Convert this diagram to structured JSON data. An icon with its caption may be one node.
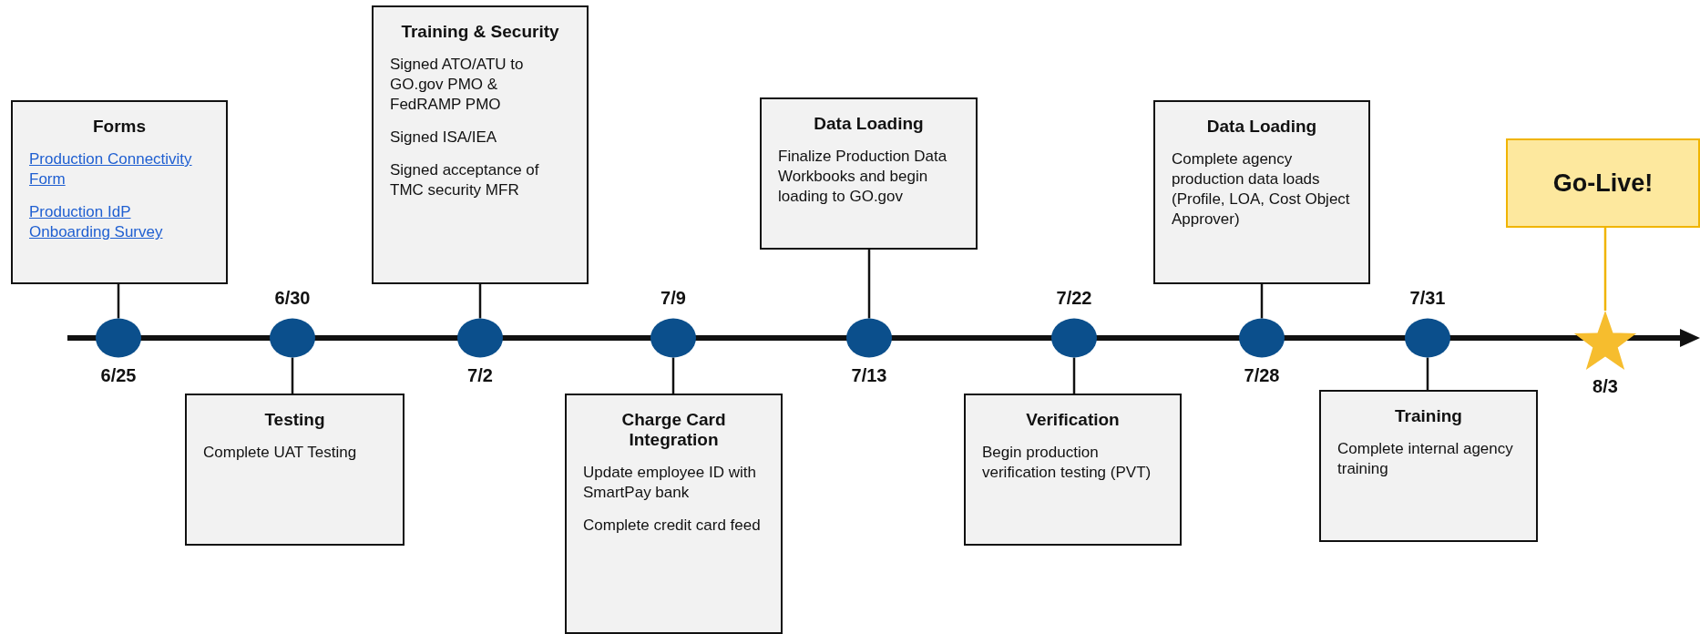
{
  "diagram": {
    "nodes": [
      {
        "text": [
          "Forms",
          "Production Connectivity Form",
          "Production IdP Onboarding Survey"
        ]
      },
      {
        "text": [],
        "shape": "circle",
        "beside": [
          "6/25"
        ]
      },
      {
        "text": [],
        "shape": "circle",
        "beside": [
          "6/30"
        ]
      },
      {
        "text": [
          "Testing",
          "Complete UAT Testing"
        ]
      },
      {
        "text": [
          "Training & Security",
          "Signed ATO/ATU to GO.gov PMO & FedRAMP PMO",
          "Signed ISA/IEA",
          "Signed acceptance of TMC security MFR"
        ]
      },
      {
        "text": [],
        "shape": "circle",
        "beside": [
          "7/2"
        ]
      },
      {
        "text": [],
        "shape": "circle",
        "beside": [
          "7/9"
        ]
      },
      {
        "text": [
          "Charge Card Integration",
          "Update employee ID with SmartPay bank",
          "Complete credit card feed"
        ]
      },
      {
        "text": [
          "Data Loading",
          "Finalize Production Data Workbooks and begin loading to GO.gov"
        ]
      },
      {
        "text": [],
        "shape": "circle",
        "beside": [
          "7/13"
        ]
      },
      {
        "text": [],
        "shape": "circle",
        "beside": [
          "7/22"
        ]
      },
      {
        "text": [
          "Verification",
          "Begin production verification testing (PVT)"
        ]
      },
      {
        "text": [
          "Data Loading",
          "Complete agency production data loads (Profile, LOA, Cost Object Approver)"
        ]
      },
      {
        "text": [],
        "shape": "circle",
        "beside": [
          "7/28"
        ]
      },
      {
        "text": [],
        "shape": "circle",
        "beside": [
          "7/31"
        ]
      },
      {
        "text": [
          "Training",
          "Complete internal agency training"
        ]
      },
      {
        "text": [
          "Go-Live!"
        ]
      },
      {
        "text": [],
        "shape": "star",
        "beside": [
          "8/3"
        ]
      }
    ],
    "edges": [
      {
        "from": 0,
        "to": 1,
        "arrow": "none"
      },
      {
        "from": 3,
        "to": 2,
        "arrow": "none"
      },
      {
        "from": 4,
        "to": 5,
        "arrow": "none"
      },
      {
        "from": 7,
        "to": 6,
        "arrow": "none"
      },
      {
        "from": 8,
        "to": 9,
        "arrow": "none"
      },
      {
        "from": 11,
        "to": 10,
        "arrow": "none"
      },
      {
        "from": 12,
        "to": 13,
        "arrow": "none"
      },
      {
        "from": 15,
        "to": 14,
        "arrow": "none"
      },
      {
        "from": 16,
        "to": 17,
        "arrow": "none",
        "color": "#f0b400"
      }
    ]
  }
}
